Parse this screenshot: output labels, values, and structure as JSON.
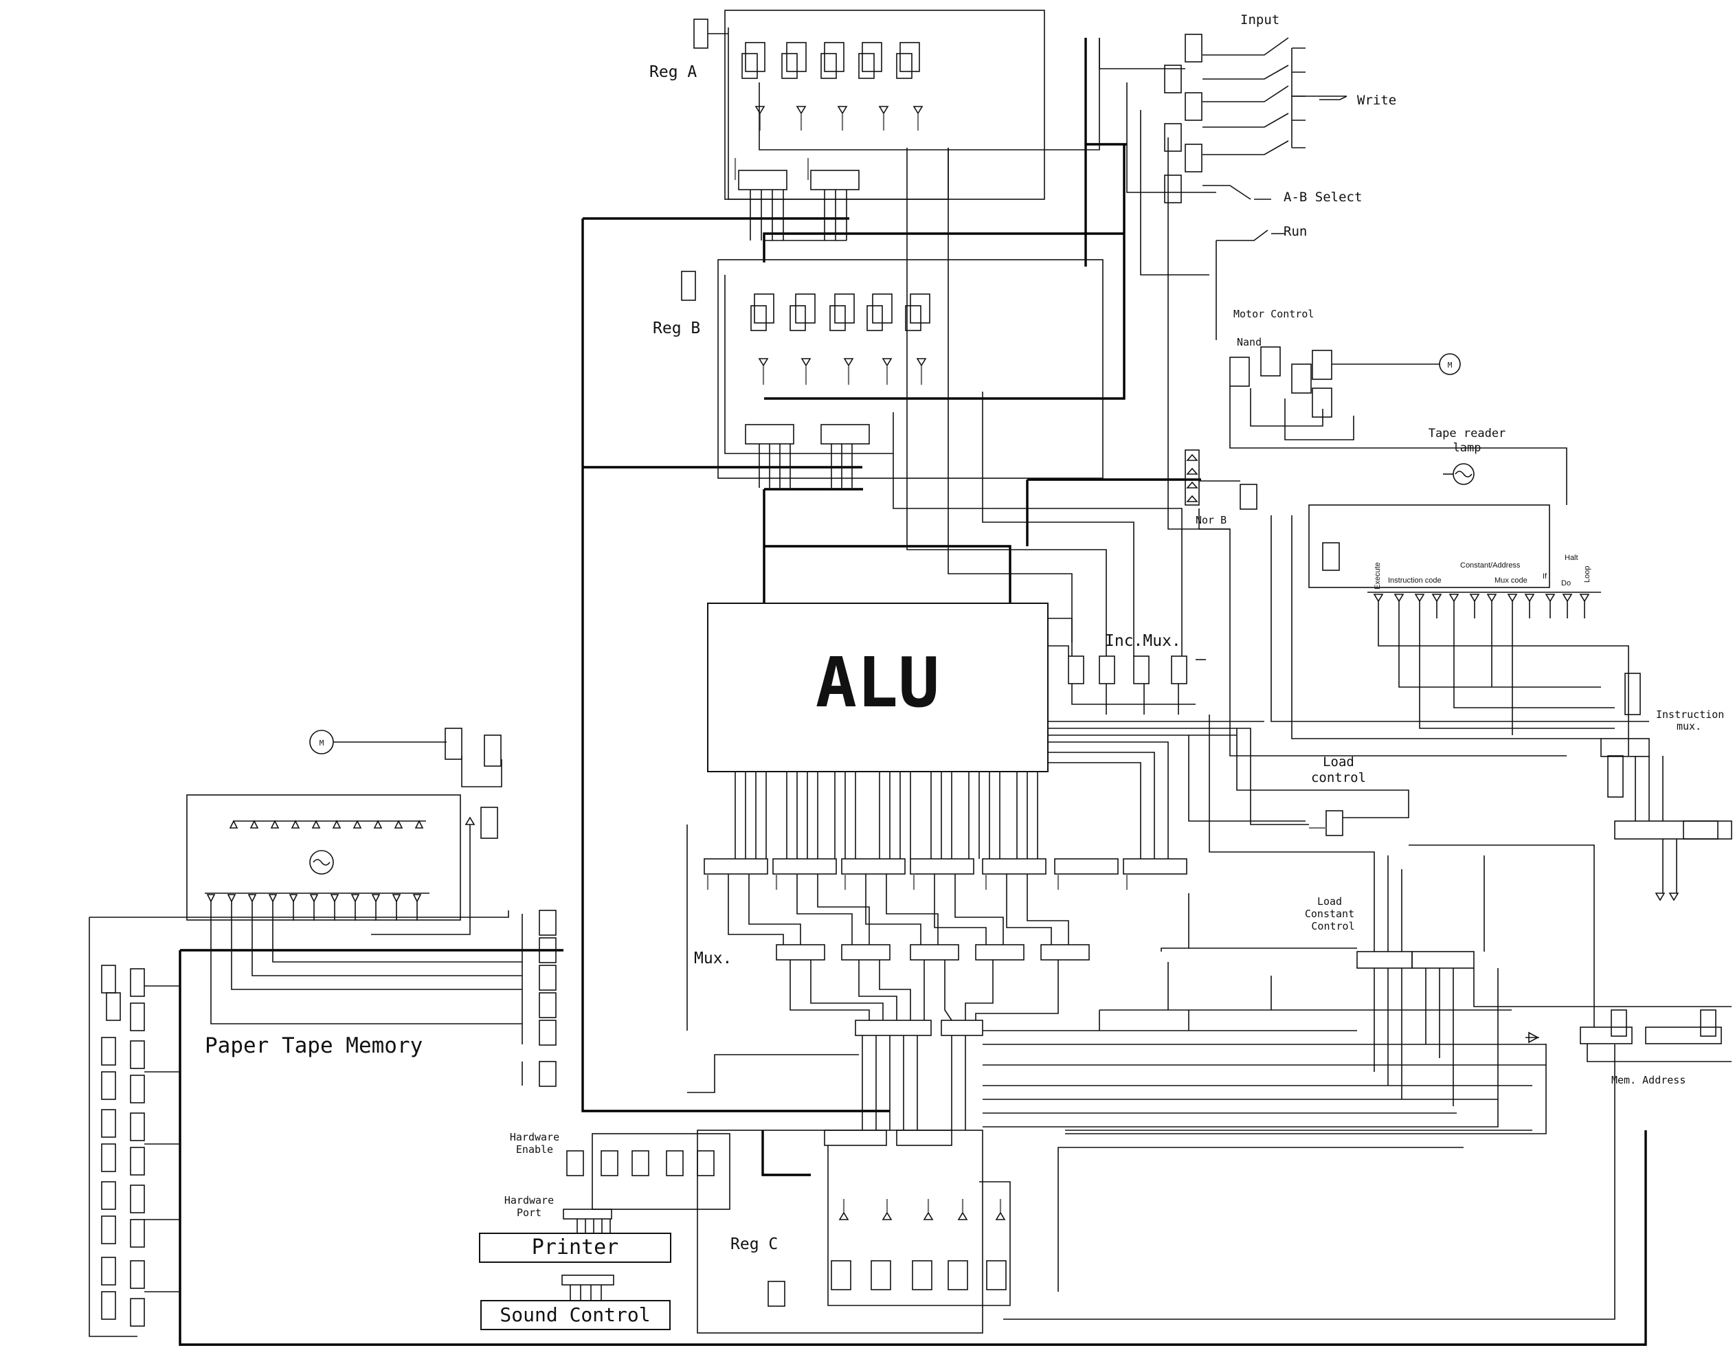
{
  "labels": {
    "reg_a": "Reg A",
    "reg_b": "Reg B",
    "reg_c": "Reg C",
    "input": "Input",
    "write": "Write",
    "ab_select": "A-B Select",
    "run": "Run",
    "motor_control": "Motor Control",
    "nand": "Nand",
    "nor_b": "Nor B",
    "tape_reader_lamp_1": "Tape reader",
    "tape_reader_lamp_2": "lamp",
    "alu": "ALU",
    "inc_mux": "Inc.Mux.",
    "execute": "Execute",
    "instruction_code": "Instruction code",
    "constant_address": "Constant/Address",
    "mux_code": "Mux code",
    "if": "If",
    "do": "Do",
    "halt": "Halt",
    "loop": "Loop",
    "instruction_mux_1": "Instruction",
    "instruction_mux_2": "mux.",
    "load_control_1": "Load",
    "load_control_2": "control",
    "load_constant_control_1": "Load",
    "load_constant_control_2": "Constant",
    "load_constant_control_3": "Control",
    "mux": "Mux.",
    "mem_address": "Mem. Address",
    "paper_tape_memory": "Paper Tape Memory",
    "hardware_enable_1": "Hardware",
    "hardware_enable_2": "Enable",
    "hardware_port_1": "Hardware",
    "hardware_port_2": "Port",
    "printer": "Printer",
    "sound_control": "Sound Control",
    "motor_symbol": "M"
  },
  "colors": {
    "line": "#111111",
    "gray_line": "#777777",
    "background": "#ffffff"
  }
}
